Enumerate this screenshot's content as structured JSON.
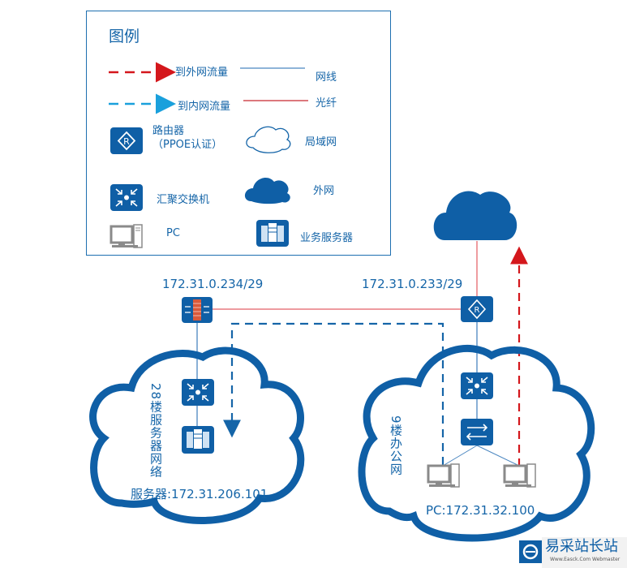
{
  "legend": {
    "title": "图例",
    "items": {
      "outbound_traffic": "到外网流量",
      "inbound_traffic": "到内网流量",
      "ethernet_cable": "网线",
      "fiber": "光纤",
      "router_line1": "路由器",
      "router_line2": "（PPOE认证）",
      "lan": "局域网",
      "aggregation_switch": "汇聚交换机",
      "wan": "外网",
      "pc": "PC",
      "business_server": "业务服务器"
    }
  },
  "nodes": {
    "firewall_ip": "172.31.0.234/29",
    "router_ip": "172.31.0.233/29",
    "server_network_label": "28楼服务器网络",
    "server_address": "服务器:172.31.206.101",
    "office_network_label": "9楼办公网",
    "pc_address": "PC:172.31.32.100"
  },
  "colors": {
    "primary_blue": "#0f5fa6",
    "outbound_red": "#d4171c",
    "inbound_blue": "#1aa0dc",
    "fiber_red": "#e87a80",
    "pc_gray": "#8a8a8a"
  },
  "watermark": {
    "name": "易采站长站",
    "subtitle": "Www.Easck.Com Webmaster"
  }
}
